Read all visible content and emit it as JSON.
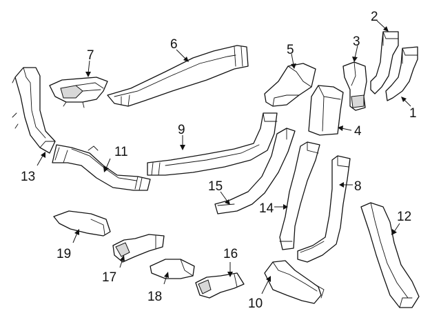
{
  "diagram": {
    "callouts": [
      "1",
      "2",
      "3",
      "4",
      "5",
      "6",
      "7",
      "8",
      "9",
      "10",
      "11",
      "12",
      "13",
      "14",
      "15",
      "16",
      "17",
      "18",
      "19"
    ]
  }
}
